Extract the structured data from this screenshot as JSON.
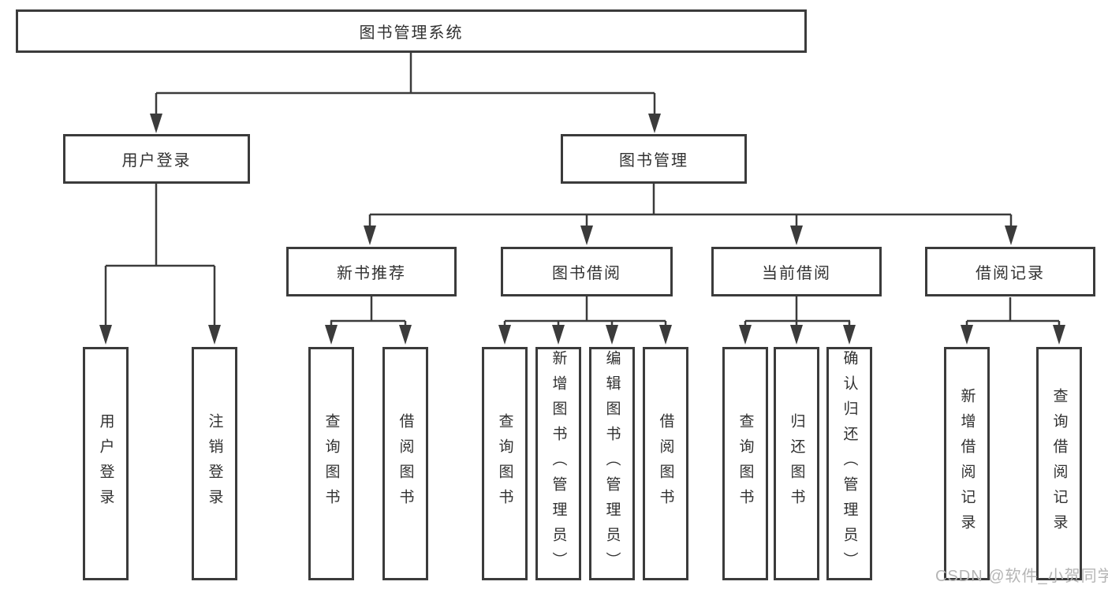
{
  "diagram": {
    "type": "hierarchy-tree",
    "root": {
      "label": "图书管理系统"
    },
    "branches": [
      {
        "label": "用户登录",
        "children": [
          {
            "label": "用户登录"
          },
          {
            "label": "注销登录"
          }
        ]
      },
      {
        "label": "图书管理",
        "children": [
          {
            "label": "新书推荐",
            "children": [
              "查询图书",
              "借阅图书"
            ]
          },
          {
            "label": "图书借阅",
            "children": [
              "查询图书",
              "新增图书（管理员）",
              "编辑图书（管理员）",
              "借阅图书"
            ]
          },
          {
            "label": "当前借阅",
            "children": [
              "查询图书",
              "归还图书",
              "确认归还（管理员）"
            ]
          },
          {
            "label": "借阅记录",
            "children": [
              "新增借阅记录",
              "查询借阅记录"
            ]
          }
        ]
      }
    ]
  },
  "watermark": {
    "text": "CSDN @软件_小贺同学"
  },
  "colors": {
    "line": "#3b3b3b",
    "box_border": "#3b3b3b",
    "box_background": "#ffffff",
    "text": "#313131",
    "watermark": "#b5b5b5",
    "page_background": "#ffffff"
  }
}
